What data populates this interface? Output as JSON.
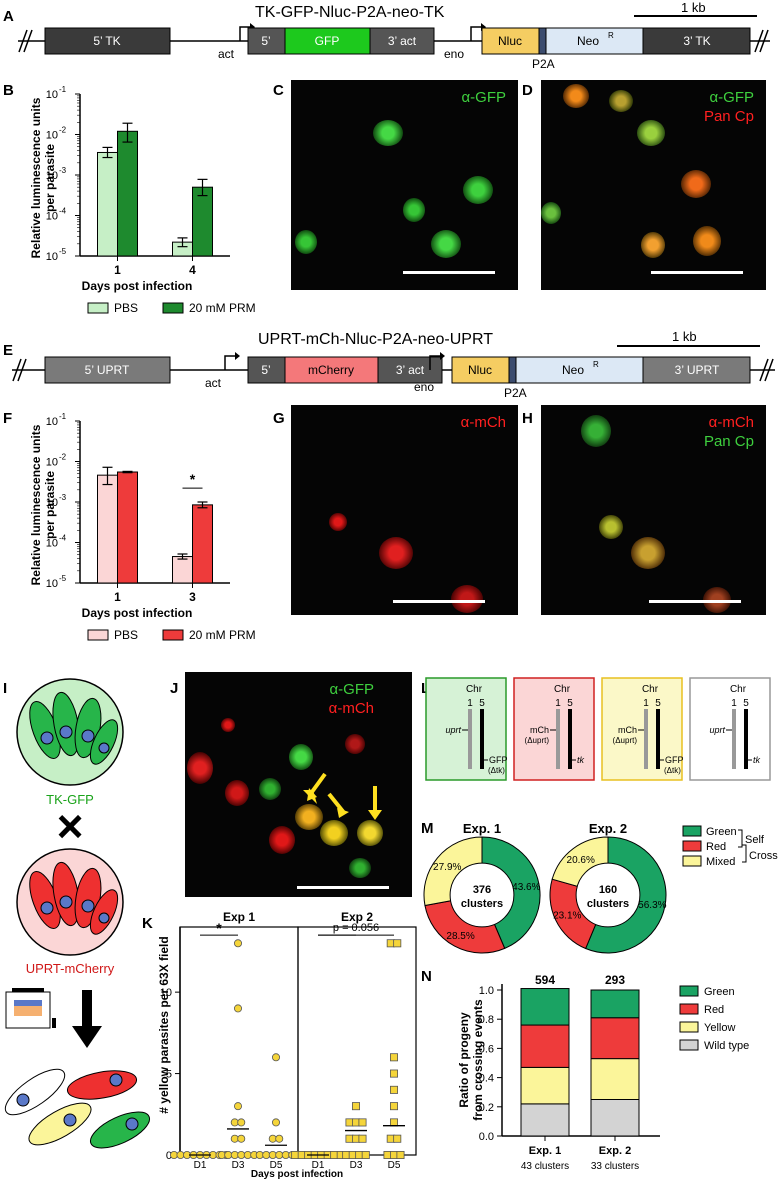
{
  "panels": {
    "A": "A",
    "B": "B",
    "C": "C",
    "D": "D",
    "E": "E",
    "F": "F",
    "G": "G",
    "H": "H",
    "I": "I",
    "J": "J",
    "K": "K",
    "L": "L",
    "M": "M",
    "N": "N"
  },
  "construct_a": {
    "title": "TK-GFP-Nluc-P2A-neo-TK",
    "scale": "1 kb",
    "boxes": [
      "5’ TK",
      "5’",
      "GFP",
      "3’ act",
      "Nluc",
      "Neo",
      "3’ TK"
    ],
    "neo_sup": "R",
    "promoters": [
      "act",
      "eno"
    ],
    "p2a": "P2A"
  },
  "construct_e": {
    "title": "UPRT-mCh-Nluc-P2A-neo-UPRT",
    "scale": "1 kb",
    "boxes": [
      "5’ UPRT",
      "5’",
      "mCherry",
      "3’ act",
      "Nluc",
      "Neo",
      "3’ UPRT"
    ],
    "neo_sup": "R",
    "promoters": [
      "act",
      "eno"
    ],
    "p2a": "P2A"
  },
  "chart_data": [
    {
      "panel": "B",
      "type": "bar",
      "ylabel": "Relative luminescence units per parasite",
      "xlabel": "Days post infection",
      "yscale": "log",
      "ylim": [
        1e-05,
        0.1
      ],
      "yticks": [
        "10",
        "10",
        "10",
        "10",
        "10"
      ],
      "yexp": [
        "-5",
        "-4",
        "-3",
        "-2",
        "-1"
      ],
      "categories": [
        "1",
        "4"
      ],
      "series": [
        {
          "name": "PBS",
          "color": "#c6efc6",
          "values": [
            0.0036,
            2.2e-05
          ],
          "err_lo": [
            0.0027,
            1.7e-05
          ],
          "err_hi": [
            0.0048,
            2.8e-05
          ]
        },
        {
          "name": "20 mM PRM",
          "color": "#1e8a2e",
          "values": [
            0.012,
            0.0005
          ],
          "err_lo": [
            0.0065,
            0.00031
          ],
          "err_hi": [
            0.019,
            0.00078
          ]
        }
      ]
    },
    {
      "panel": "F",
      "type": "bar",
      "ylabel": "Relative luminescence units per parasite",
      "xlabel": "Days post infection",
      "yscale": "log",
      "ylim": [
        1e-05,
        0.1
      ],
      "yticks": [
        "10",
        "10",
        "10",
        "10",
        "10"
      ],
      "yexp": [
        "-5",
        "-4",
        "-3",
        "-2",
        "-1"
      ],
      "categories": [
        "1",
        "3"
      ],
      "annotation": "*",
      "series": [
        {
          "name": "PBS",
          "color": "#fbd6d6",
          "values": [
            0.0046,
            4.5e-05
          ],
          "err_lo": [
            0.0027,
            3.9e-05
          ],
          "err_hi": [
            0.0072,
            5.2e-05
          ]
        },
        {
          "name": "20 mM PRM",
          "color": "#ee3b3b",
          "values": [
            0.0055,
            0.00085
          ],
          "err_lo": [
            0.0053,
            0.00072
          ],
          "err_hi": [
            0.0057,
            0.001
          ]
        }
      ]
    },
    {
      "panel": "K",
      "type": "scatter",
      "ylabel": "# yellow parasites per 63X field",
      "xlabel": "Days post infection",
      "ylim": [
        0,
        14
      ],
      "yticks": [
        "0",
        "5",
        "10"
      ],
      "groups": [
        {
          "name": "Exp 1",
          "marker": "circle",
          "categories": [
            "D1",
            "D3",
            "D5"
          ],
          "points": [
            [
              0,
              0,
              0,
              0,
              0,
              0,
              0,
              0,
              0
            ],
            [
              0,
              0,
              0,
              0,
              0,
              0,
              1,
              1,
              2,
              2,
              3,
              9,
              13
            ],
            [
              0,
              0,
              0,
              0,
              0,
              0,
              1,
              1,
              2,
              6
            ]
          ],
          "means": [
            0,
            1.6,
            0.6
          ],
          "annotation": "*"
        },
        {
          "name": "Exp 2",
          "marker": "square",
          "categories": [
            "D1",
            "D3",
            "D5"
          ],
          "points": [
            [
              0,
              0,
              0,
              0,
              0,
              0,
              0,
              0
            ],
            [
              0,
              0,
              0,
              0,
              1,
              1,
              1,
              2,
              2,
              2,
              3
            ],
            [
              0,
              0,
              0,
              1,
              1,
              2,
              3,
              4,
              5,
              6,
              13,
              13
            ]
          ],
          "means": [
            0,
            1.5,
            1.8
          ],
          "annotation": "p = 0.056"
        }
      ]
    },
    {
      "panel": "M",
      "type": "pie",
      "charts": [
        {
          "title": "Exp. 1",
          "center": "376",
          "center2": "clusters",
          "labels": [
            "Green",
            "Red",
            "Mixed"
          ],
          "values": [
            43.6,
            28.5,
            27.9
          ],
          "value_labels": [
            "43.6%",
            "28.5%",
            "27.9%"
          ]
        },
        {
          "title": "Exp. 2",
          "center": "160",
          "center2": "clusters",
          "labels": [
            "Green",
            "Red",
            "Mixed"
          ],
          "values": [
            56.3,
            23.1,
            20.6
          ],
          "value_labels": [
            "56.3%",
            "23.1%",
            "20.6%"
          ]
        }
      ],
      "legend": [
        "Green",
        "Red",
        "Mixed"
      ],
      "legend_groups": [
        "Self",
        "Cross"
      ],
      "colors": [
        "#1aa363",
        "#ee3b3b",
        "#fbf59a"
      ]
    },
    {
      "panel": "N",
      "type": "bar",
      "stacked": true,
      "ylabel": "Ratio of progeny from crossing events",
      "ylim": [
        0,
        1.0
      ],
      "yticks": [
        "0.0",
        "0.2",
        "0.4",
        "0.6",
        "0.8",
        "1.0"
      ],
      "categories": [
        "Exp. 1",
        "Exp. 2"
      ],
      "sublabels": [
        "43 clusters",
        "33 clusters"
      ],
      "totals": [
        "594",
        "293"
      ],
      "series": [
        {
          "name": "Wild type",
          "color": "#d3d3d3",
          "values": [
            0.22,
            0.25
          ]
        },
        {
          "name": "Yellow",
          "color": "#fbf59a",
          "values": [
            0.25,
            0.28
          ]
        },
        {
          "name": "Red",
          "color": "#ee3b3b",
          "values": [
            0.29,
            0.28
          ]
        },
        {
          "name": "Green",
          "color": "#1aa363",
          "values": [
            0.25,
            0.19
          ]
        }
      ]
    }
  ],
  "micrographs": {
    "C": [
      "α-GFP"
    ],
    "D": [
      "α-GFP",
      "Pan Cp"
    ],
    "G": [
      "α-mCh"
    ],
    "H": [
      "α-mCh",
      "Pan Cp"
    ],
    "J": [
      "α-GFP",
      "α-mCh"
    ]
  },
  "panel_i": {
    "top": "TK-GFP",
    "bottom": "UPRT-mCherry",
    "cross": "×"
  },
  "panel_l": {
    "chr": "Chr",
    "c1": "1",
    "c5": "5",
    "boxes": [
      {
        "left": "uprt",
        "right": "GFP",
        "right2": "(Δtk)"
      },
      {
        "left": "mCh",
        "left2": "(Δuprt)",
        "right": "tk"
      },
      {
        "left": "mCh",
        "left2": "(Δuprt)",
        "right": "GFP",
        "right2": "(Δtk)"
      },
      {
        "left": "uprt",
        "right": "tk"
      }
    ]
  }
}
